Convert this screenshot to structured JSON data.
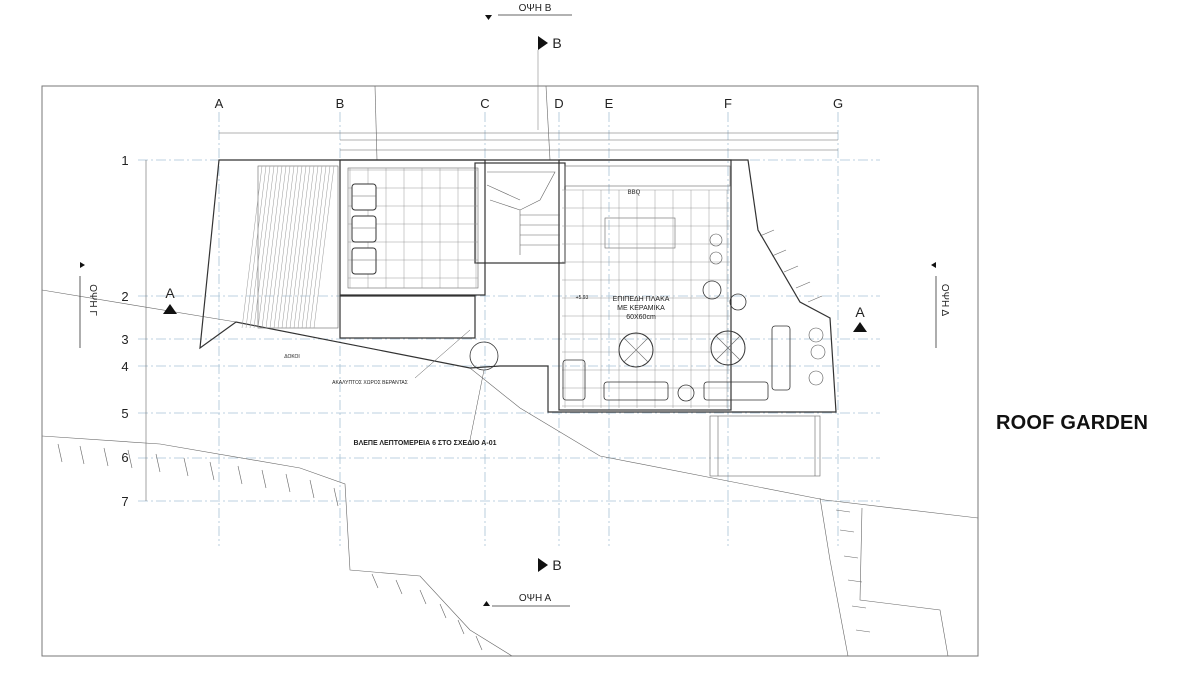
{
  "sheet": {
    "title": "ROOF GARDEN"
  },
  "grid": {
    "columns": [
      "A",
      "B",
      "C",
      "D",
      "E",
      "F",
      "G"
    ],
    "rows": [
      "1",
      "2",
      "3",
      "4",
      "5",
      "6",
      "7"
    ]
  },
  "elevations": {
    "top": "ΟΨΗ Β",
    "bottom": "ΟΨΗ Α",
    "left": "ΟΨΗ Γ",
    "right": "ΟΨΗ Δ"
  },
  "sections": {
    "a_left": "A",
    "a_right": "A",
    "b_top": "B",
    "b_bottom": "B"
  },
  "notes": {
    "bbq": "BBQ",
    "floor_line1": "ΕΠΙΠΕΔΗ ΠΛΑΚΑ",
    "floor_line2": "ΜΕ ΚΕΡΑΜΙΚΑ",
    "floor_line3": "60Χ60cm",
    "beams": "ΔΟΚΟΙ",
    "unused_area": "ΑΚΑΛΥΠΤΟΣ ΧΩΡΟΣ ΒΕΡΑΝΤΑΣ",
    "detail_ref": "ΒΛΕΠΕ ΛΕΠΤΟΜΕΡΕΙΑ 6  ΣΤΟ ΣΧΕΔΙΟ Α-01",
    "level": "+5.93"
  }
}
